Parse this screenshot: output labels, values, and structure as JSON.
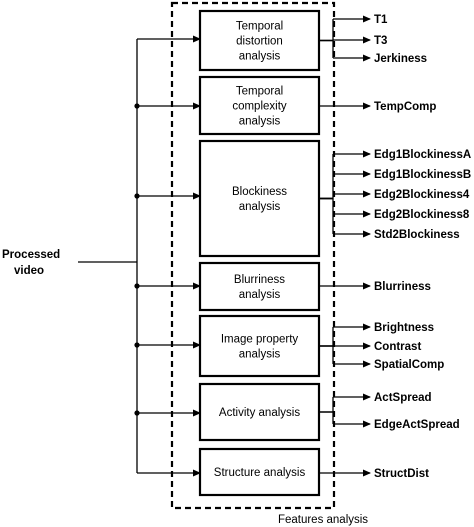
{
  "input": {
    "line1": "Processed",
    "line2": "video"
  },
  "container": {
    "label": "Features analysis"
  },
  "modules": [
    {
      "id": "temporal-distortion",
      "lines": [
        "Temporal",
        "distortion",
        "analysis"
      ],
      "outputs": [
        "T1",
        "T3",
        "Jerkiness"
      ]
    },
    {
      "id": "temporal-complexity",
      "lines": [
        "Temporal",
        "complexity",
        "analysis"
      ],
      "outputs": [
        "TempComp"
      ]
    },
    {
      "id": "blockiness",
      "lines": [
        "Blockiness",
        "analysis"
      ],
      "outputs": [
        "Edg1BlockinessA",
        "Edg1BlockinessB",
        "Edg2Blockiness4",
        "Edg2Blockiness8",
        "Std2Blockiness"
      ]
    },
    {
      "id": "blurriness",
      "lines": [
        "Blurriness",
        "analysis"
      ],
      "outputs": [
        "Blurriness"
      ]
    },
    {
      "id": "image-property",
      "lines": [
        "Image property",
        "analysis"
      ],
      "outputs": [
        "Brightness",
        "Contrast",
        "SpatialComp"
      ]
    },
    {
      "id": "activity",
      "lines": [
        "Activity analysis"
      ],
      "outputs": [
        "ActSpread",
        "EdgeActSpread"
      ]
    },
    {
      "id": "structure",
      "lines": [
        "Structure analysis"
      ],
      "outputs": [
        "StructDist"
      ]
    }
  ]
}
